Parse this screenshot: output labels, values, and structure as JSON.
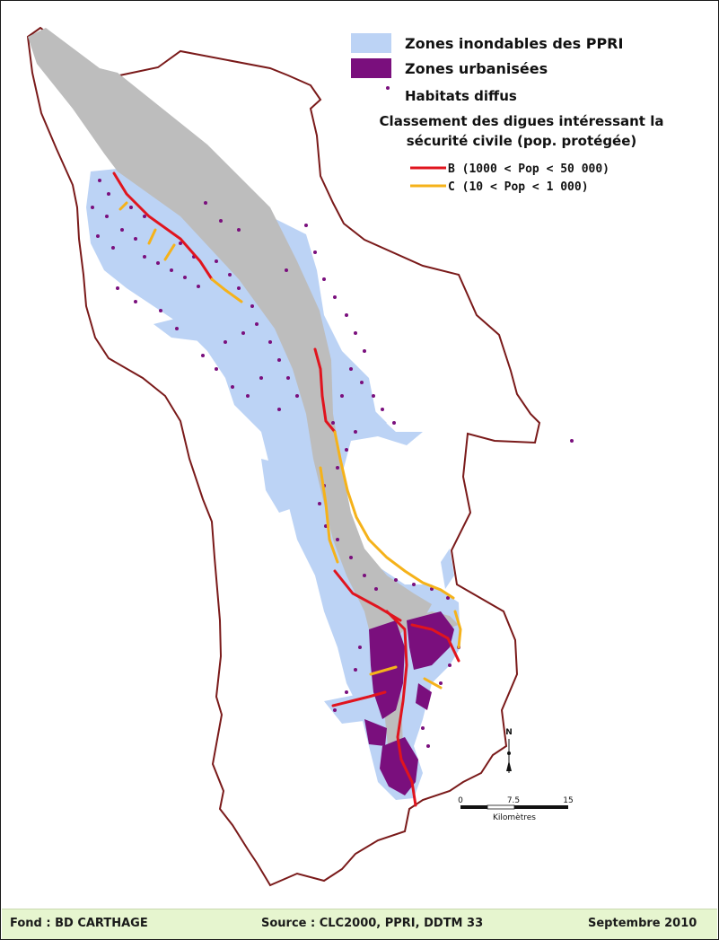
{
  "legend": {
    "flood_zones": "Zones inondables des PPRI",
    "urban_zones": "Zones urbanisées",
    "diffuse_habitat": "Habitats diffus",
    "dikes_title_line1": "Classement des digues intéressant la",
    "dikes_title_line2": "sécurité civile (pop. protégée)",
    "class_b": "B (1000 < Pop < 50 000)",
    "class_c": "C  (10 < Pop < 1 000)"
  },
  "colors": {
    "flood": "#bcd3f5",
    "urban": "#7a0f7d",
    "river": "#bdbdbd",
    "boundary": "#7a1a1a",
    "dike_b": "#e0141e",
    "dike_c": "#f5b21a",
    "footer_bg": "#e6f5cf"
  },
  "north_arrow": {
    "label": "N"
  },
  "scale_bar": {
    "ticks": [
      "0",
      "7.5",
      "15"
    ],
    "unit": "Kilomètres"
  },
  "footer": {
    "left": "Fond : BD CARTHAGE",
    "center": "Source : CLC2000, PPRI, DDTM 33",
    "right": "Septembre 2010"
  }
}
